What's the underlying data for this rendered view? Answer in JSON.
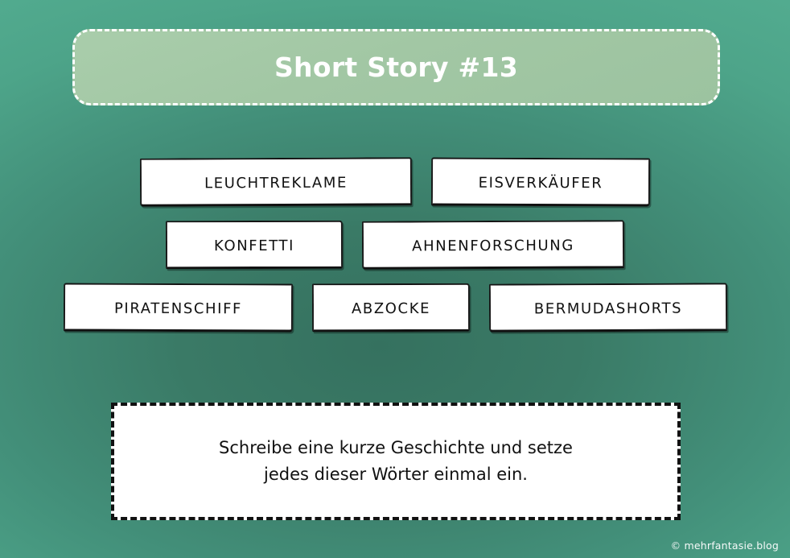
{
  "header": {
    "title": "Short Story #13",
    "box_fill_color": "#a3c9a5",
    "border_color": "#ffffff",
    "title_color": "#ffffff"
  },
  "background": {
    "center_color": "#35715f",
    "edge_color": "#52ab8f"
  },
  "word_rows": [
    {
      "cards": [
        {
          "label": "Leuchtreklame"
        },
        {
          "label": "Eisverkäufer"
        }
      ]
    },
    {
      "cards": [
        {
          "label": "Konfetti"
        },
        {
          "label": "Ahnenforschung"
        }
      ]
    },
    {
      "cards": [
        {
          "label": "Piratenschiff"
        },
        {
          "label": "Abzocke"
        },
        {
          "label": "Bermudashorts"
        }
      ]
    }
  ],
  "instruction": {
    "text": "Schreibe eine kurze Geschichte und setze\njedes dieser Wörter einmal ein.",
    "fill_color": "#ffffff",
    "border_color": "#111111"
  },
  "footer": {
    "credit": "© mehrfantasie.blog"
  }
}
